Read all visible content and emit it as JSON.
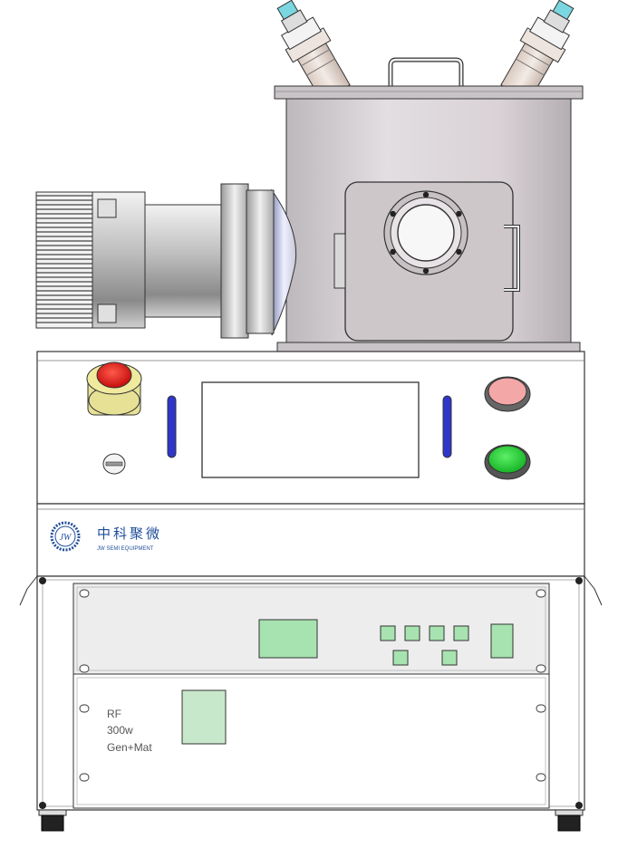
{
  "logo": {
    "monogram": "JW",
    "cn_name": "中科聚微",
    "en_name": "JW SEMI EQUIPMENT"
  },
  "rf_unit": {
    "line1": "RF",
    "line2": "300w",
    "line3": "Gen+Mat"
  },
  "colors": {
    "emergency_stop": "#e8191b",
    "stop_button": "#f4a7a7",
    "start_button": "#2bd53a",
    "indicator_strip": "#2f36c9",
    "display_panel": "#a7e3b0",
    "chamber_body": "#d8d3d6"
  }
}
